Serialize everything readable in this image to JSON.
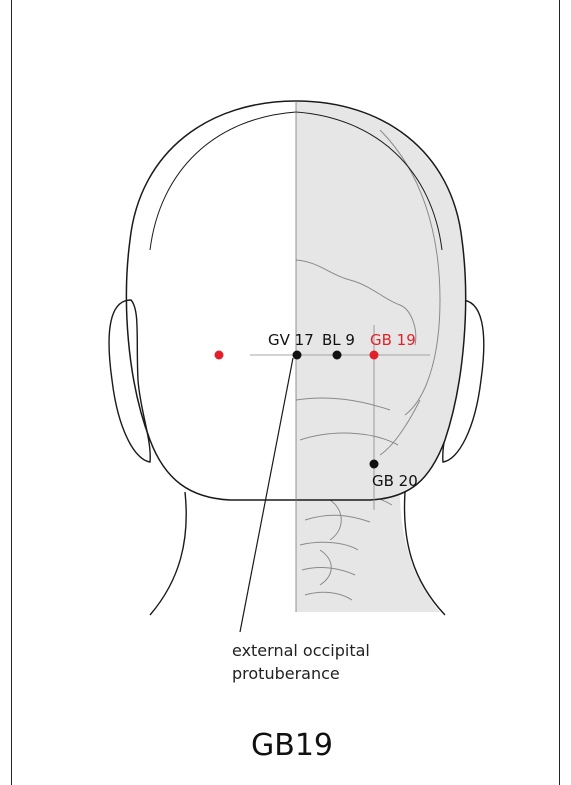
{
  "figure": {
    "title": "GB19",
    "colors": {
      "highlight": "#e3202a",
      "point": "#111111",
      "skull_fill": "#e6e6e6",
      "outline": "#1a1a1a",
      "bone_line": "#8a8a8a"
    }
  },
  "points": [
    {
      "label": "GV 17",
      "highlighted": false
    },
    {
      "label": "BL 9",
      "highlighted": false
    },
    {
      "label": "GB 19",
      "highlighted": true
    },
    {
      "label": "GB 20",
      "highlighted": false
    }
  ],
  "mirror_point": {
    "highlighted": true
  },
  "callout": {
    "line1": "external occipital",
    "line2": "protuberance"
  }
}
